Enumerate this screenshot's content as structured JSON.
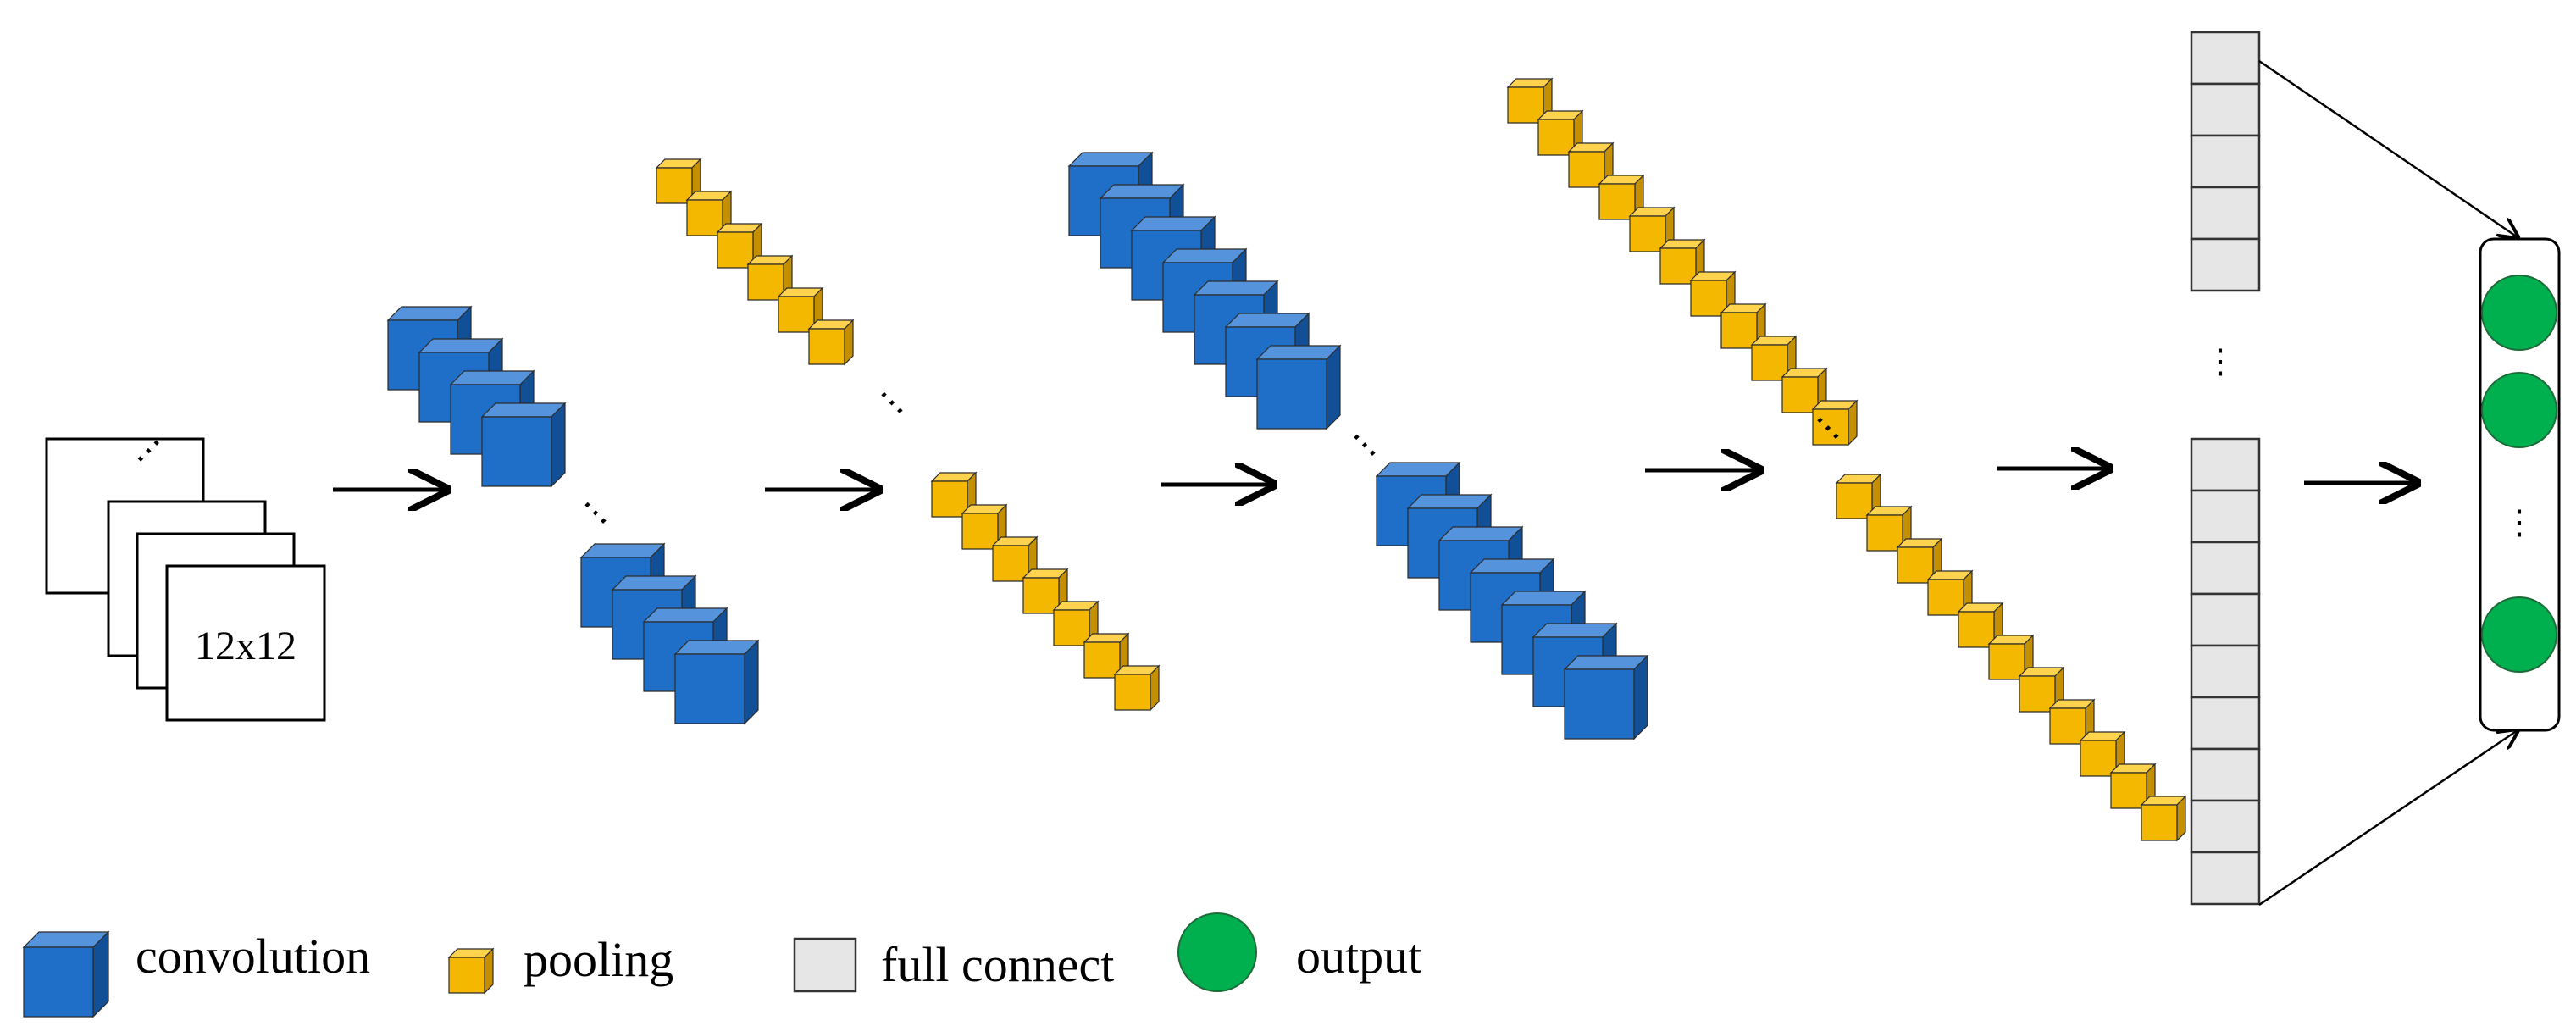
{
  "diagram": {
    "input_label": "12x12",
    "colors": {
      "convolution_front": "#1f6fc8",
      "convolution_top": "#5594dc",
      "convolution_side": "#114f97",
      "pooling_front": "#f5b800",
      "pooling_top": "#ffd34d",
      "pooling_side": "#c48f00",
      "full_connect": "#e6e6e6",
      "output": "#00b04f"
    },
    "legend": [
      {
        "key": "convolution",
        "label": "convolution",
        "icon": "blue-cube-icon"
      },
      {
        "key": "pooling",
        "label": "pooling",
        "icon": "yellow-cube-icon"
      },
      {
        "key": "full_connect",
        "label": "full connect",
        "icon": "gray-square-icon"
      },
      {
        "key": "output",
        "label": "output",
        "icon": "green-circle-icon"
      }
    ],
    "ellipsis": "⋮"
  }
}
